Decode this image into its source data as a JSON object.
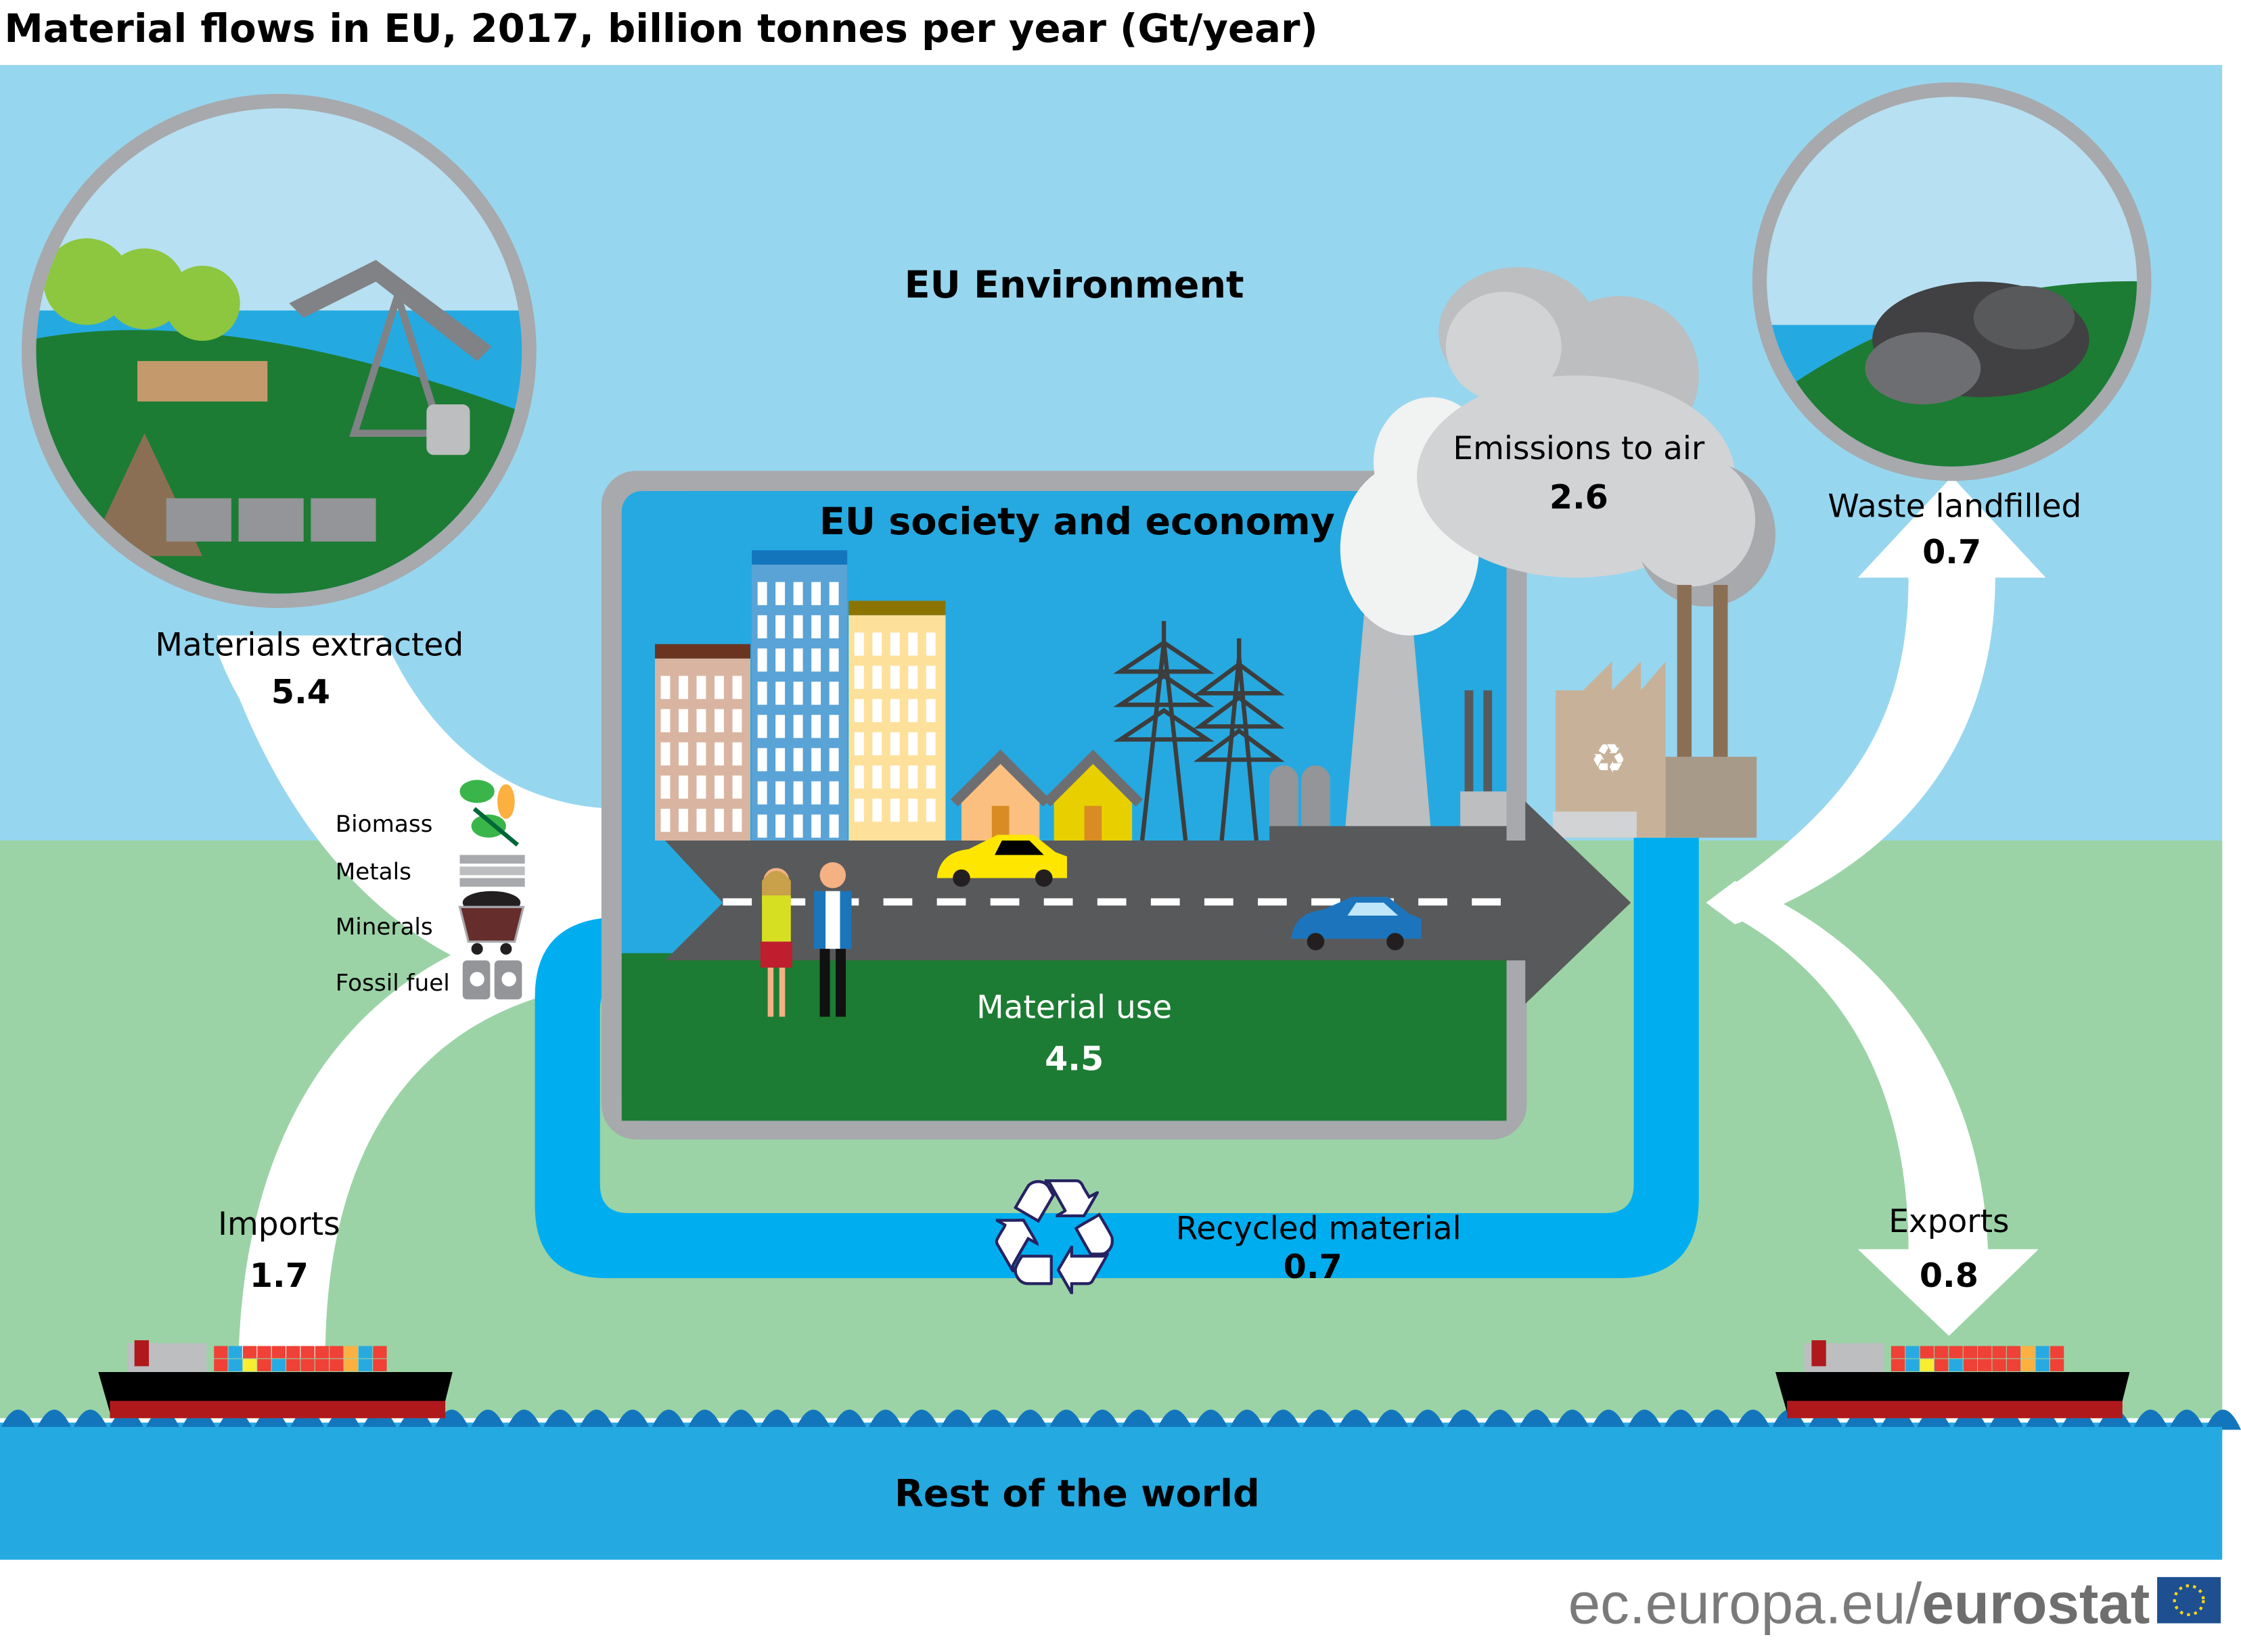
{
  "title": "Material flows in EU, 2017, billion tonnes per year (Gt/year)",
  "zones": {
    "environment": "EU Environment",
    "economy": "EU society and economy",
    "rest_of_world": "Rest of the world"
  },
  "flows": {
    "materials_extracted": {
      "label": "Materials extracted",
      "value": "5.4"
    },
    "imports": {
      "label": "Imports",
      "value": "1.7"
    },
    "material_use": {
      "label": "Material use",
      "value": "4.5"
    },
    "emissions_to_air": {
      "label": "Emissions to air",
      "value": "2.6"
    },
    "waste_landfilled": {
      "label": "Waste landfilled",
      "value": "0.7"
    },
    "recycled_material": {
      "label": "Recycled material",
      "value": "0.7"
    },
    "exports": {
      "label": "Exports",
      "value": "0.8"
    }
  },
  "material_types": [
    "Biomass",
    "Metals",
    "Minerals",
    "Fossil fuel"
  ],
  "footer": {
    "site_prefix": "ec.europa.eu/",
    "site_brand": "eurostat"
  },
  "colors": {
    "sky": "#97d6ef",
    "land": "#9bd3a6",
    "sea": "#25a9e1",
    "economy_bg": "#26a9e0",
    "economy_ground": "#1c7c33",
    "recycle_flow": "#00aeef",
    "flow_arrow": "#ffffff",
    "frame": "#a7a9ac",
    "road": "#58595b"
  },
  "chart_data": {
    "type": "sankey-like flow diagram",
    "title": "Material flows in EU, 2017, billion tonnes per year (Gt/year)",
    "unit": "Gt/year",
    "nodes": [
      "EU Environment",
      "EU society and economy",
      "Rest of the world"
    ],
    "flows": [
      {
        "name": "Materials extracted",
        "from": "EU Environment",
        "to": "EU society and economy",
        "value": 5.4
      },
      {
        "name": "Imports",
        "from": "Rest of the world",
        "to": "EU society and economy",
        "value": 1.7
      },
      {
        "name": "Material use",
        "node": "EU society and economy",
        "value": 4.5
      },
      {
        "name": "Emissions to air",
        "from": "EU society and economy",
        "to": "EU Environment",
        "value": 2.6
      },
      {
        "name": "Waste landfilled",
        "from": "EU society and economy",
        "to": "EU Environment",
        "value": 0.7
      },
      {
        "name": "Recycled material",
        "from": "EU society and economy",
        "to": "EU society and economy",
        "value": 0.7
      },
      {
        "name": "Exports",
        "from": "EU society and economy",
        "to": "Rest of the world",
        "value": 0.8
      }
    ],
    "material_types": [
      "Biomass",
      "Metals",
      "Minerals",
      "Fossil fuel"
    ]
  }
}
